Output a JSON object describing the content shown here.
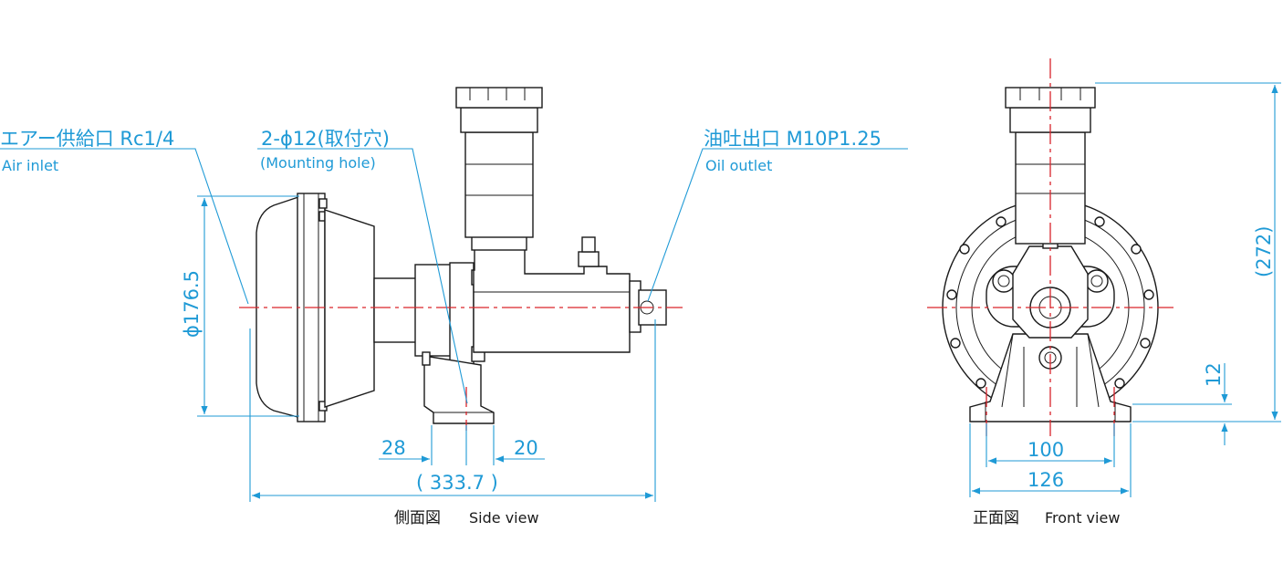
{
  "colors": {
    "outline": "#1a1a1a",
    "dimension": "#1f9ad6",
    "centerline": "#d9242b",
    "background": "#ffffff"
  },
  "labels": {
    "air_inlet_jp": "エアー供給口 Rc1/4",
    "air_inlet_en": "Air inlet",
    "mounting_hole_jp": "2-ϕ12(取付穴)",
    "mounting_hole_en": "(Mounting hole)",
    "oil_outlet_jp": "油吐出口 M10P1.25",
    "oil_outlet_en": "Oil outlet"
  },
  "dimensions": {
    "diaphragm_dia": "ϕ176.5",
    "foot_left": "28",
    "foot_right": "20",
    "overall_length": "( 333.7 )",
    "overall_height": "(272)",
    "base_height": "12",
    "hole_pitch": "100",
    "base_width": "126"
  },
  "views": {
    "side_jp": "側面図",
    "side_en": "Side view",
    "front_jp": "正面図",
    "front_en": "Front view"
  }
}
